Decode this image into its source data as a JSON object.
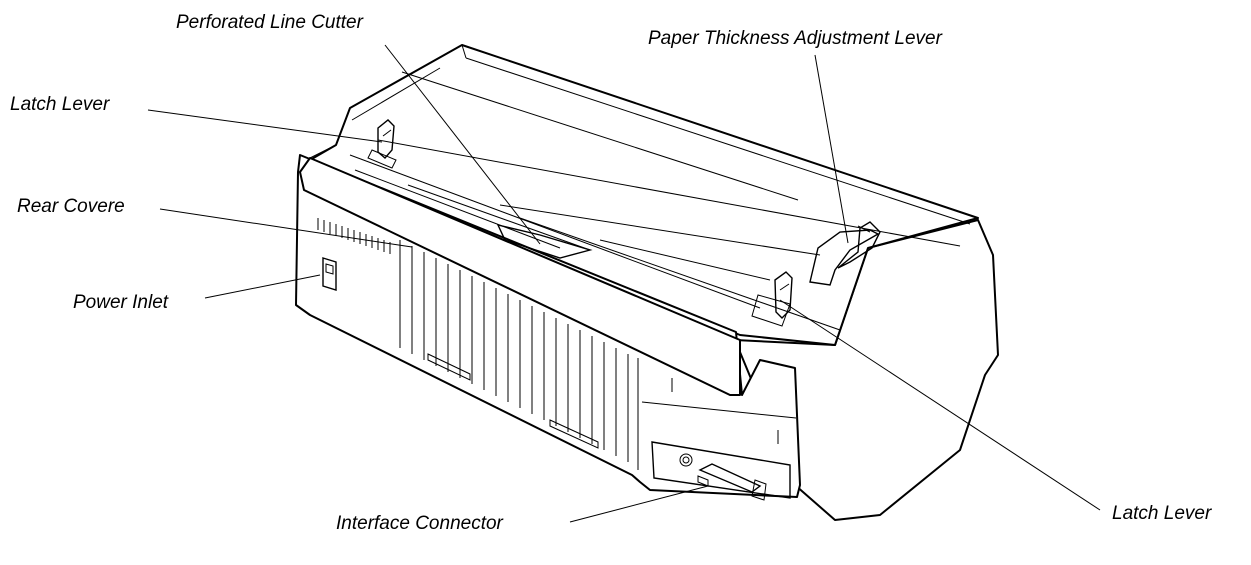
{
  "labels": {
    "perforated_line_cutter": "Perforated Line Cutter",
    "paper_thickness_adjustment_lever": "Paper Thickness Adjustment Lever",
    "latch_lever_left": "Latch Lever",
    "rear_cover": "Rear Covere",
    "power_inlet": "Power Inlet",
    "interface_connector": "Interface Connector",
    "latch_lever_right": "Latch Lever"
  },
  "colors": {
    "line": "#000000",
    "background": "#ffffff"
  }
}
